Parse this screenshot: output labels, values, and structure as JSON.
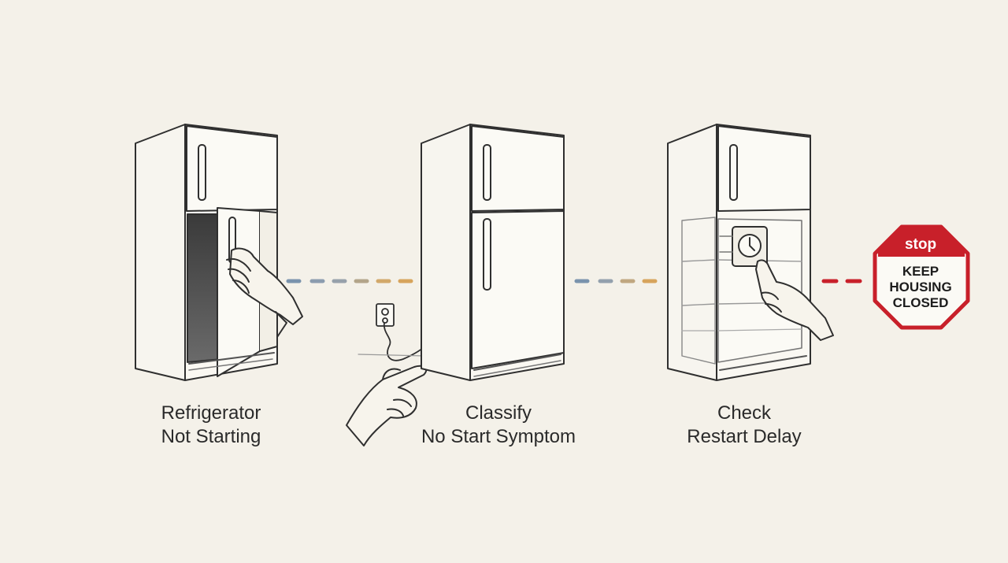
{
  "steps": [
    {
      "line1": "Refrigerator",
      "line2": "Not Starting"
    },
    {
      "line1": "Classify",
      "line2": "No Start Symptom"
    },
    {
      "line1": "Check",
      "line2": "Restart Delay"
    }
  ],
  "stop_sign": {
    "header": "stop",
    "line1": "KEEP",
    "line2": "HOUSING",
    "line3": "CLOSED"
  },
  "colors": {
    "background": "#f4f1e9",
    "ink": "#2f2f2f",
    "stop_red": "#c8202a",
    "connector_blue": "#7a93ad",
    "connector_orange": "#d7a45c",
    "connector_red": "#c8202a"
  },
  "icons": [
    "fridge-door-open-icon",
    "hand-icon",
    "wall-outlet-icon",
    "pointing-hand-icon",
    "fridge-closed-icon",
    "fridge-timer-icon",
    "stop-sign-icon"
  ]
}
